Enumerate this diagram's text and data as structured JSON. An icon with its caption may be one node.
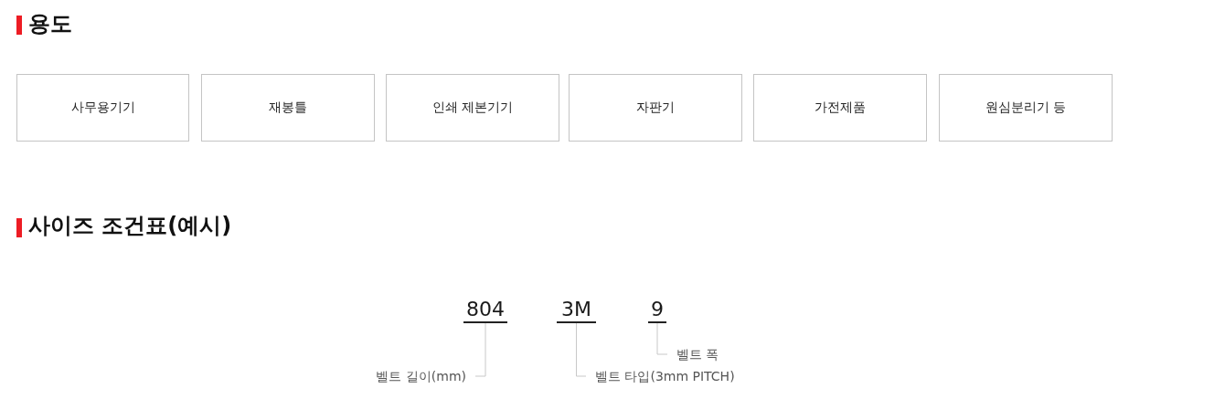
{
  "diagram": {
    "nodes": [
      {
        "text": [
          "사무용기기"
        ]
      },
      {
        "text": [
          "재봉틀"
        ]
      },
      {
        "text": [
          "인쇄 제본기기"
        ]
      },
      {
        "text": [
          "자판기"
        ]
      },
      {
        "text": [
          "가전제품"
        ]
      },
      {
        "text": [
          "원심분리기 등"
        ]
      },
      {
        "text": [
          "804"
        ]
      },
      {
        "text": [
          "3M"
        ]
      },
      {
        "text": [
          "9"
        ]
      },
      {
        "text": [
          "벨트 폭"
        ]
      },
      {
        "text": [
          "벨트 길이(mm)"
        ]
      },
      {
        "text": [
          "벨트 타입(3mm PITCH)"
        ]
      }
    ],
    "edges": [
      {
        "from": 10,
        "to": 6,
        "arrow": "none"
      },
      {
        "from": 11,
        "to": 7,
        "arrow": "none"
      },
      {
        "from": 9,
        "to": 8,
        "arrow": "none"
      }
    ],
    "labels": [
      "용도",
      "사이즈 조건표(예시)"
    ]
  }
}
